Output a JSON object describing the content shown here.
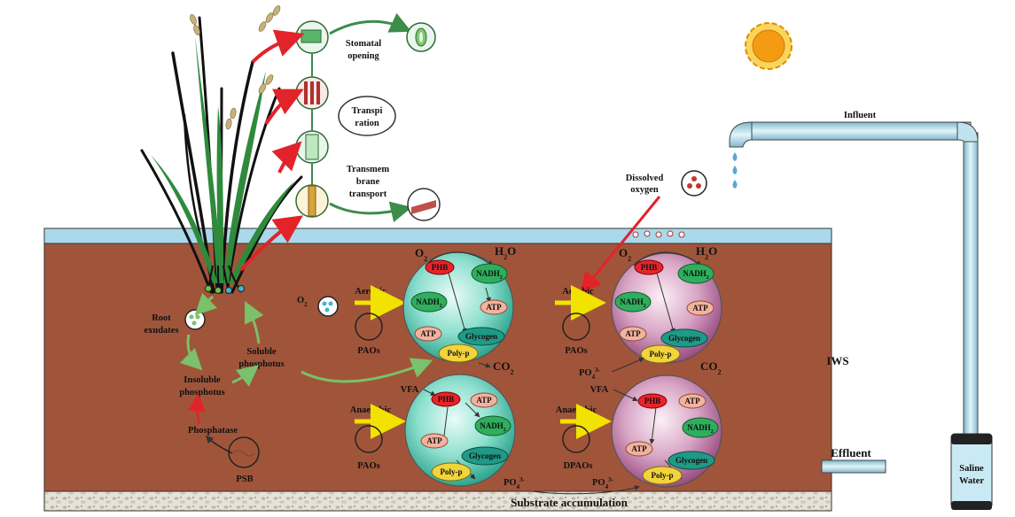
{
  "labels": {
    "stomatal": [
      "Stomatal",
      "opening"
    ],
    "transpiration": [
      "Transpi",
      "ration"
    ],
    "transmembrane": [
      "Transmem",
      "brane",
      "transport"
    ],
    "dissolved": [
      "Dissolved",
      "oxygen"
    ],
    "influent": "Influent",
    "effluent": "Effluent",
    "saline": [
      "Saline",
      "Water"
    ],
    "iws": "IWS",
    "substrate": "Substrate accumulation",
    "root_exudates": [
      "Root",
      "exudates"
    ],
    "soluble": [
      "Soluble",
      "phosphotus"
    ],
    "insoluble": [
      "Insoluble",
      "phosphotus"
    ],
    "phosphatase": "Phosphatase",
    "psb": "PSB",
    "o2": "O",
    "o2_sub": "2",
    "h2o_a": "H",
    "h2o_sub": "2",
    "h2o_b": "O",
    "co2_a": "CO",
    "co2_sub": "2",
    "aerobic": "Aerobic",
    "anaerobic": "Anaerobic",
    "paos": "PAOs",
    "dpaos": "DPAOs",
    "vfa": "VFA",
    "po4": "PO",
    "po4_sub": "4",
    "po4_sup": "3-",
    "phb": "PHB",
    "nadh": "NADH",
    "nadh_sub": "2",
    "atp": "ATP",
    "glycogen": "Glycogen",
    "polyp": "Poly-p"
  },
  "colors": {
    "water": "#a9d9ea",
    "soil": "#a0553a",
    "cell_green": "#6fd3c0",
    "cell_pink": "#c98ab1",
    "phb": "#e8242a",
    "nadh": "#2fae5d",
    "atp": "#f3b29d",
    "glycogen": "#1e9a86",
    "polyp": "#f1d33b",
    "sun": "#f39c12"
  }
}
